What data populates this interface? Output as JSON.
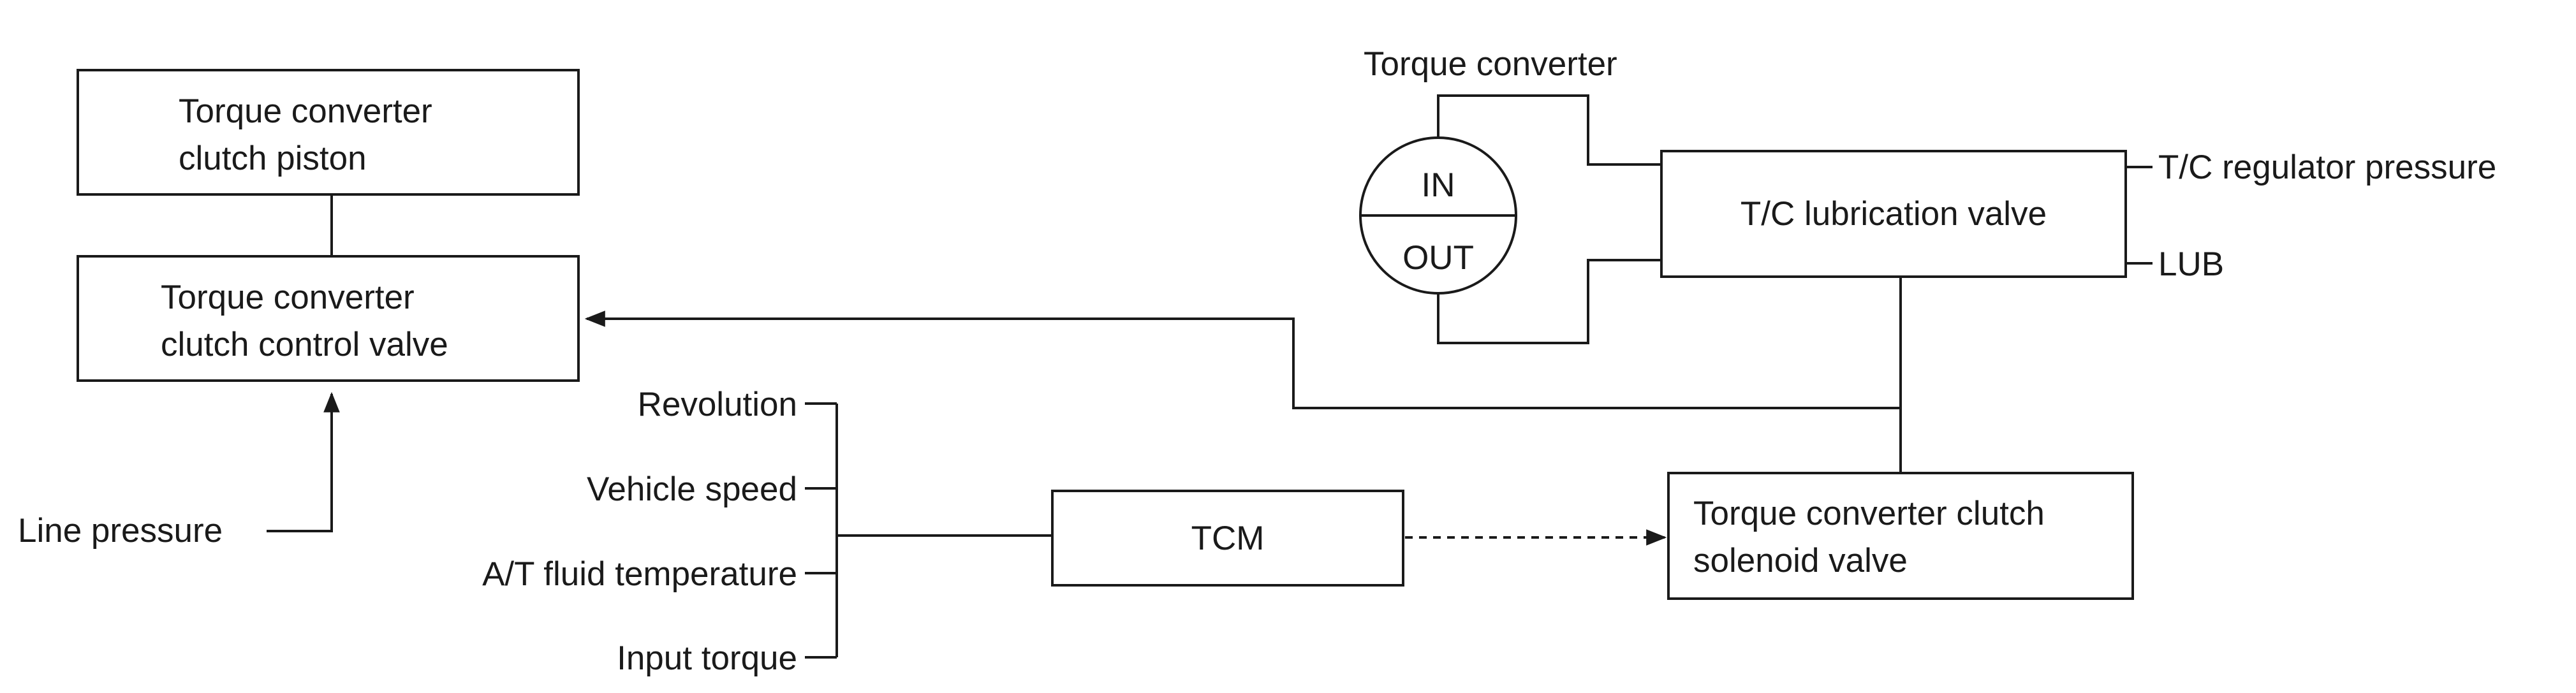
{
  "blocks": {
    "tcc_piston": [
      "Torque converter",
      "clutch piston"
    ],
    "tcc_control_valve": [
      "Torque converter",
      "clutch control valve"
    ],
    "tc_lub_valve": "T/C lubrication valve",
    "tcm": "TCM",
    "tcc_solenoid_valve": [
      "Torque converter clutch",
      "solenoid valve"
    ],
    "torque_converter": {
      "label": "Torque converter",
      "in": "IN",
      "out": "OUT"
    }
  },
  "labels": {
    "line_pressure": "Line pressure",
    "tc_regulator_pressure": "T/C regulator pressure",
    "lub": "LUB"
  },
  "inputs": [
    "Revolution",
    "Vehicle speed",
    "A/T fluid temperature",
    "Input torque"
  ]
}
